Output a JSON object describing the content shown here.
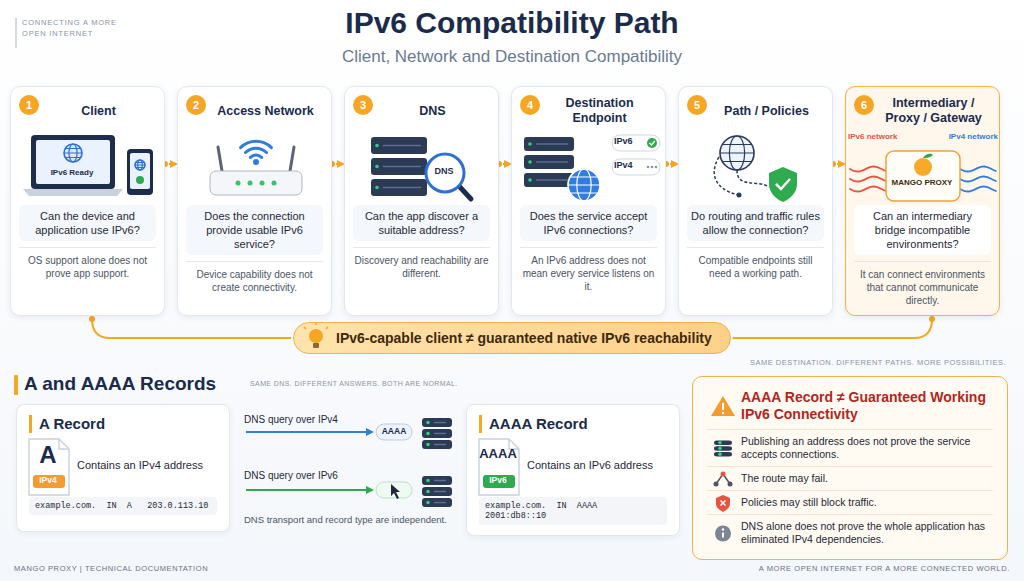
{
  "diagram": {
    "title": "IPv6 Compatibility Path",
    "caption": "Client, Network and Destination Compatibility",
    "nodes": [
      {
        "text": [
          "1",
          "Client",
          "Can the device and application use IPv6?",
          "OS support alone does not prove app support."
        ]
      },
      {
        "text": [
          "2",
          "Access Network",
          "Does the connection provide usable IPv6 service?",
          "Device capability does not create connectivity."
        ]
      },
      {
        "text": [
          "3",
          "DNS",
          "Can the app discover a suitable address?",
          "Discovery and reachability are different."
        ]
      },
      {
        "text": [
          "4",
          "Destination Endpoint",
          "Does the service accept IPv6 connections?",
          "An IPv6 address does not mean every service listens on it."
        ]
      },
      {
        "text": [
          "5",
          "Path / Policies",
          "Do routing and traffic rules allow the connection?",
          "Compatible endpoints still need a working path."
        ]
      },
      {
        "text": [
          "6",
          "Intermediary / Proxy / Gateway",
          "Can an intermediary bridge incompatible environments?",
          "It can connect environments that cannot communicate directly."
        ]
      },
      {
        "text": [
          "IPv6-capable client ≠ guaranteed native IPv6 reachability"
        ]
      },
      {
        "text": [
          "A Record",
          "Contains an IPv4 address",
          "example.com.  IN  A   203.0.113.10"
        ]
      },
      {
        "text": [
          "AAAA Record",
          "Contains an IPv6 address",
          "example.com.  IN  AAAA  2001:db8::10"
        ]
      },
      {
        "text": [
          "AAAA Record ≠ Guaranteed Working IPv6 Connectivity",
          "Publishing an address does not prove the service accepts connections.",
          "The route may fail.",
          "Policies may still block traffic.",
          "DNS alone does not prove the whole application has eliminated IPv4 dependencies."
        ]
      }
    ],
    "edges": [
      {
        "from": 0,
        "to": 1,
        "arrow": "to"
      },
      {
        "from": 1,
        "to": 2,
        "arrow": "to"
      },
      {
        "from": 2,
        "to": 3,
        "arrow": "to"
      },
      {
        "from": 3,
        "to": 4,
        "arrow": "to"
      },
      {
        "from": 4,
        "to": 5,
        "arrow": "to"
      }
    ],
    "labels": [
      "CONNECTING A MORE OPEN INTERNET",
      "IPv6 Ready",
      "DNS",
      "IPv6",
      "IPv4",
      "IPv6 network",
      "MANGO PROXY",
      "IPv4 network",
      "SAME DESTINATION. DIFFERENT PATHS. MORE POSSIBILITIES.",
      "A and AAAA Records",
      "SAME DNS. DIFFERENT ANSWERS. BOTH ARE NORMAL.",
      "A",
      "IPv4",
      "DNS query over IPv4",
      "AAAA",
      "DNS query over IPv6",
      "DNS transport and record type are independent.",
      "AAAA",
      "IPv6",
      "MANGO PROXY | TECHNICAL DOCUMENTATION",
      "A MORE OPEN INTERNET FOR A MORE CONNECTED WORLD."
    ]
  }
}
